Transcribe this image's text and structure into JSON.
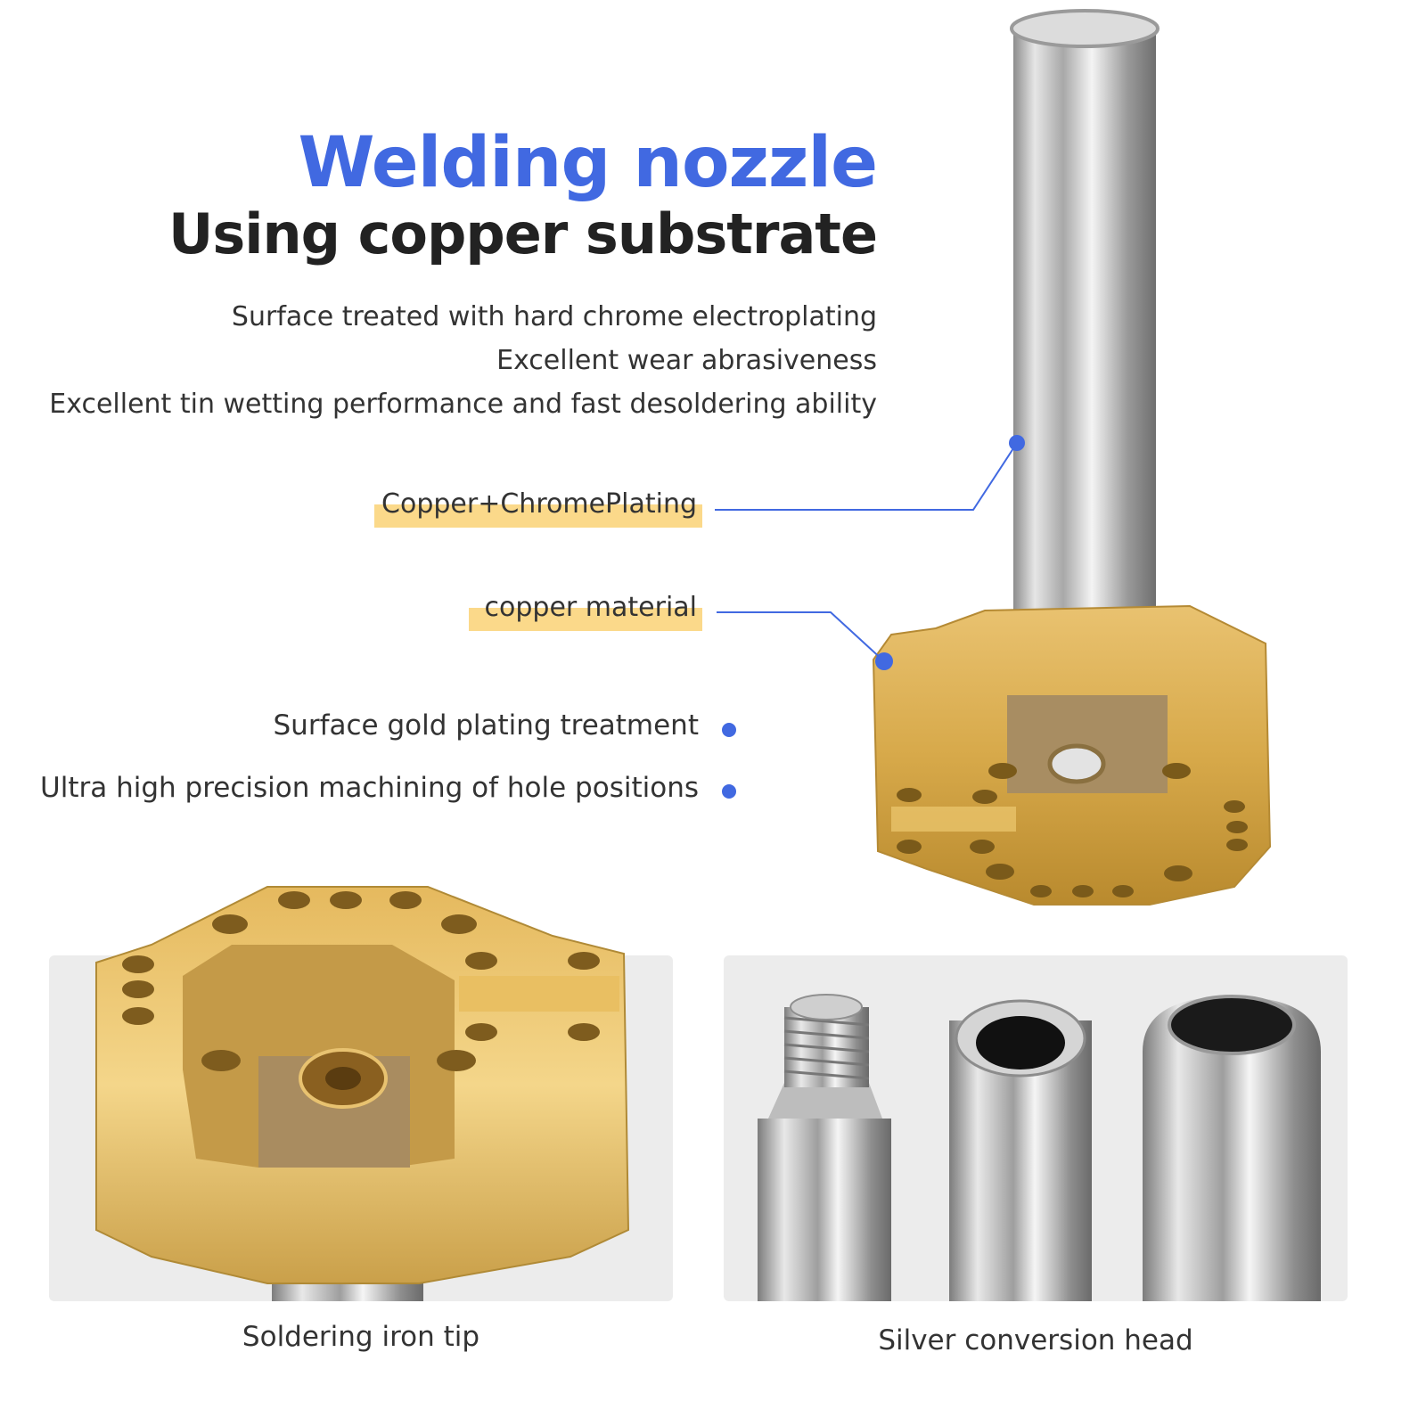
{
  "header": {
    "title": "Welding nozzle",
    "subtitle": "Using copper substrate"
  },
  "features": [
    "Surface treated with hard chrome electroplating",
    "Excellent wear abrasiveness",
    "Excellent tin wetting performance and fast desoldering ability"
  ],
  "callouts": {
    "chrome": "Copper+ChromePlating",
    "copper": "copper material"
  },
  "bullets": [
    "Surface gold plating treatment",
    "Ultra high precision machining of hole positions"
  ],
  "captions": {
    "left": "Soldering iron tip",
    "right": "Silver conversion head"
  },
  "colors": {
    "accent": "#4169e1",
    "highlight": "#fbd98a",
    "brass": "#d8ad4a",
    "chrome": "#c8c8c8"
  }
}
